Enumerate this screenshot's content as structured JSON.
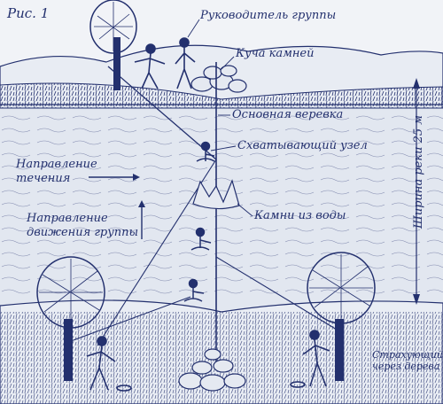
{
  "figure": {
    "number_label": "Рис. 1"
  },
  "labels": {
    "group_leader": "Руководитель группы",
    "stone_pile": "Куча камней",
    "main_rope": "Основная веревка",
    "grabbing_knot": "Схватывающий узел",
    "flow_direction_line1": "Направление",
    "flow_direction_line2": "течения",
    "group_movement_line1": "Направление",
    "group_movement_line2": "движения группы",
    "stones_from_water": "Камни из воды",
    "belay_line1": "Страхующий",
    "belay_line2": "через дерева",
    "river_width": "Ширина реки 25 м"
  },
  "colors": {
    "ink": "#23306e",
    "paper": "#f1f3f7",
    "water": "#dfe5ef"
  }
}
